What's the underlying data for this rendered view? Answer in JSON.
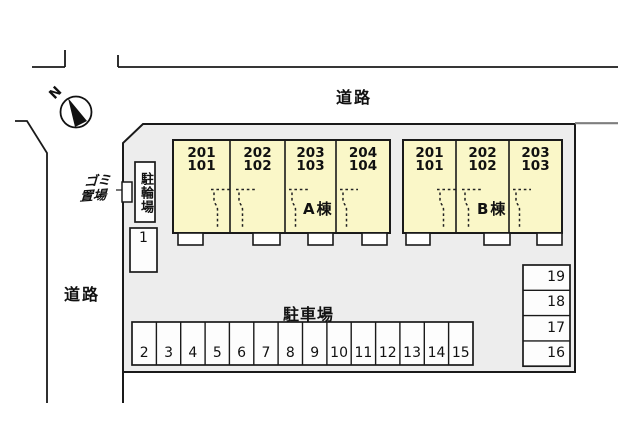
{
  "plan": {
    "road_top_label": "道路",
    "road_left_label": "道路",
    "compass_label": "N",
    "parking_area_label": "駐車場",
    "bicycle_parking_label": "駐輪場",
    "garbage_area_label_line1": "ゴミ",
    "garbage_area_label_line2": "置場",
    "buildings": [
      {
        "name": "A棟",
        "units": [
          {
            "upper": "201",
            "lower": "101"
          },
          {
            "upper": "202",
            "lower": "102"
          },
          {
            "upper": "203",
            "lower": "103"
          },
          {
            "upper": "204",
            "lower": "104"
          }
        ]
      },
      {
        "name": "B棟",
        "units": [
          {
            "upper": "201",
            "lower": "101"
          },
          {
            "upper": "202",
            "lower": "102"
          },
          {
            "upper": "203",
            "lower": "103"
          }
        ]
      }
    ],
    "parking": {
      "space1": "1",
      "row": [
        "2",
        "3",
        "4",
        "5",
        "6",
        "7",
        "8",
        "9",
        "10",
        "11",
        "12",
        "13",
        "14",
        "15"
      ],
      "column": [
        "19",
        "18",
        "17",
        "16"
      ]
    },
    "colors": {
      "building_fill": "#FAF7C8",
      "site_fill": "#EDEDED",
      "line": "#1A1A1A",
      "road_edge_gray": "#7E7E7E"
    }
  }
}
